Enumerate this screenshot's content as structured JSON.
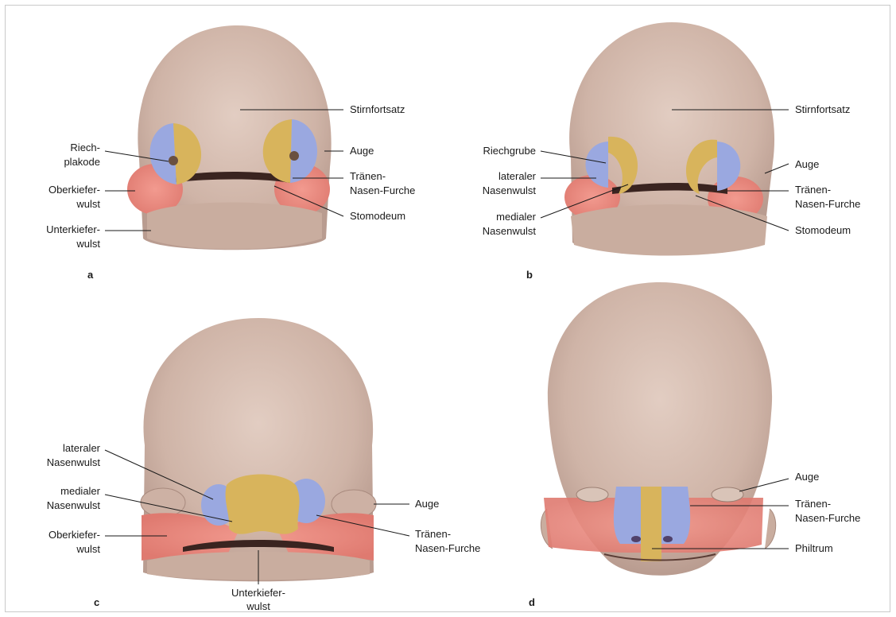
{
  "colors": {
    "skin": "#d4bcb0",
    "skin_shade": "#b89c90",
    "olfactory_blue": "#9aa8e0",
    "nasal_yellow": "#d8b45c",
    "maxillary_red": "#e88a80",
    "line": "#1a1a1a"
  },
  "panels": {
    "a": {
      "tag": "a",
      "stirnfortsatz": "Stirnfortsatz",
      "riech_1": "Riech-",
      "riech_2": "plakode",
      "auge": "Auge",
      "oberkiefer_1": "Oberkiefer-",
      "oberkiefer_2": "wulst",
      "traenen_1": "Tränen-",
      "traenen_2": "Nasen-Furche",
      "stomodeum": "Stomodeum",
      "unterkiefer_1": "Unterkiefer-",
      "unterkiefer_2": "wulst"
    },
    "b": {
      "tag": "b",
      "stirnfortsatz": "Stirnfortsatz",
      "riechgrube": "Riechgrube",
      "auge": "Auge",
      "lateraler_1": "lateraler",
      "lateraler_2": "Nasenwulst",
      "traenen_1": "Tränen-",
      "traenen_2": "Nasen-Furche",
      "medialer_1": "medialer",
      "medialer_2": "Nasenwulst",
      "stomodeum": "Stomodeum"
    },
    "c": {
      "tag": "c",
      "lateraler_1": "lateraler",
      "lateraler_2": "Nasenwulst",
      "medialer_1": "medialer",
      "medialer_2": "Nasenwulst",
      "auge": "Auge",
      "oberkiefer_1": "Oberkiefer-",
      "oberkiefer_2": "wulst",
      "traenen_1": "Tränen-",
      "traenen_2": "Nasen-Furche",
      "unterkiefer_1": "Unterkiefer-",
      "unterkiefer_2": "wulst"
    },
    "d": {
      "tag": "d",
      "auge": "Auge",
      "traenen_1": "Tränen-",
      "traenen_2": "Nasen-Furche",
      "philtrum": "Philtrum"
    }
  }
}
